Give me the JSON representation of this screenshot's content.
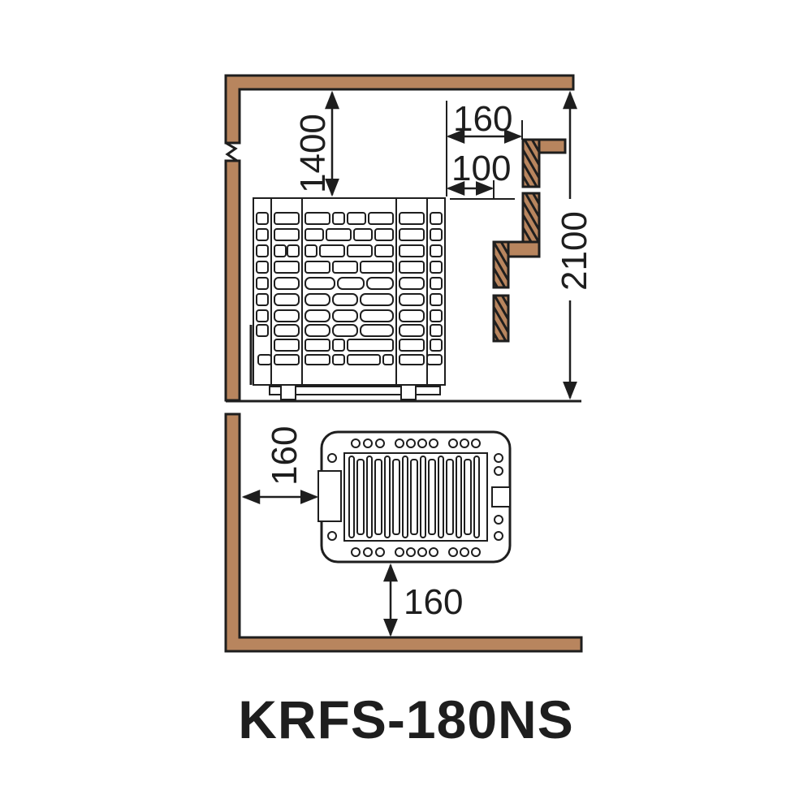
{
  "diagram": {
    "type": "sauna heater installation clearance diagram",
    "model": "KRFS-180NS",
    "colors": {
      "wall_fill": "#b8855e",
      "line": "#1e1e1e",
      "background": "#ffffff"
    },
    "side_view": {
      "dimensions": {
        "ceiling_clearance": "1400",
        "wall_clearance_outer": "160",
        "wall_clearance_inner": "100",
        "total_height": "2100"
      }
    },
    "top_view": {
      "dimensions": {
        "left_wall_clearance": "160",
        "front_wall_clearance": "160"
      }
    }
  }
}
